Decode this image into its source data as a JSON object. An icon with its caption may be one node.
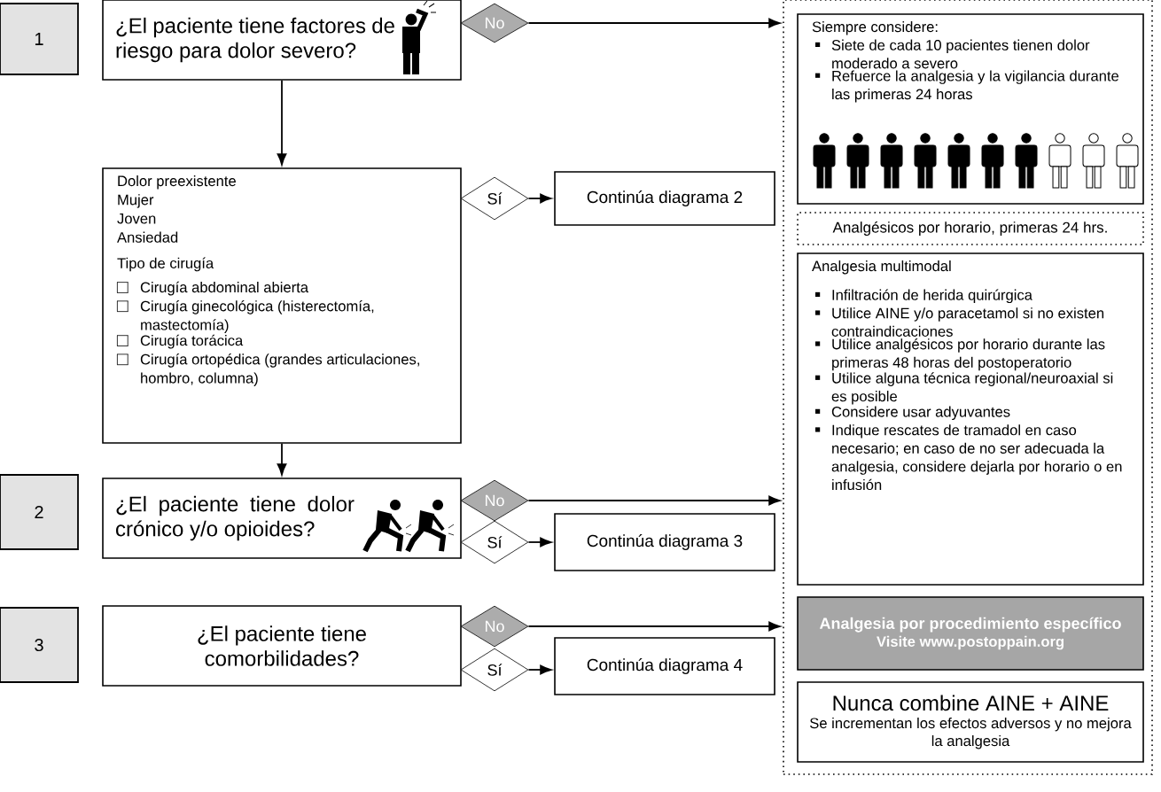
{
  "diagram": {
    "nodes": [
      {
        "text": [
          "1"
        ]
      },
      {
        "text": [
          "¿El paciente tiene factores de riesgo para dolor severo?"
        ]
      },
      {
        "text": [
          "No"
        ]
      },
      {
        "text": [],
        "shape": "box"
      },
      {
        "text": [
          "Dolor preexistente",
          "Mujer",
          "Joven",
          "Ansiedad",
          "Tipo de cirugía",
          "Cirugía abdominal abierta",
          "Cirugía ginecológica (histerectomía, mastectomía)",
          "Cirugía torácica",
          "Cirugía ortopédica (grandes articulaciones, hombro, columna)"
        ]
      },
      {
        "text": [
          "Sí"
        ]
      },
      {
        "text": [
          "Continúa diagrama 2"
        ]
      },
      {
        "text": [
          "2"
        ]
      },
      {
        "text": [
          "¿El paciente tiene dolor crónico y/o opioides?"
        ]
      },
      {
        "text": [
          "No"
        ]
      },
      {
        "text": [
          "Sí"
        ]
      },
      {
        "text": [
          "Continúa diagrama 3"
        ]
      },
      {
        "text": [
          "3"
        ]
      },
      {
        "text": [
          "¿El paciente tiene comorbilidades?"
        ]
      },
      {
        "text": [
          "No"
        ]
      },
      {
        "text": [
          "Sí"
        ]
      },
      {
        "text": [
          "Continúa diagrama 4"
        ]
      },
      {
        "text": [
          "Siempre considere:",
          "Siete de cada 10 pacientes tienen dolor moderado a severo",
          "Refuerce la analgesia y la vigilancia durante las primeras 24 horas"
        ],
        "in": 3
      },
      {
        "text": [
          "Analgésicos por horario, primeras 24 hrs."
        ],
        "in": 3
      },
      {
        "text": [
          "Analgesia multimodal",
          "Infiltración de herida quirúrgica",
          "Utilice AINE y/o paracetamol si no existen contraindicaciones",
          "Utilice analgésicos por horario durante las primeras 48 horas del postoperatorio",
          "Utilice alguna técnica regional/neuroaxial si es posible",
          "Considere usar adyuvantes",
          "Indique rescates de tramadol en caso necesario; en caso de no ser adecuada la analgesia, considere dejarla por horario o en infusión"
        ],
        "in": 3
      },
      {
        "text": [
          "Analgesia por procedimiento específico",
          "Visite www.postoppain.org"
        ],
        "in": 3
      },
      {
        "text": [
          "Nunca combine AINE + AINE",
          "Se incrementan los efectos adversos y no mejora la analgesia"
        ],
        "in": 3
      }
    ],
    "edges": [
      {
        "from": 2,
        "to": 3,
        "arrow": "to"
      },
      {
        "from": 1,
        "to": 4,
        "arrow": "to"
      },
      {
        "from": 5,
        "to": 6,
        "arrow": "to"
      },
      {
        "from": 4,
        "to": 8,
        "arrow": "to"
      },
      {
        "from": 9,
        "to": 3,
        "arrow": "to"
      },
      {
        "from": 10,
        "to": 11,
        "arrow": "to"
      },
      {
        "from": 14,
        "to": 3,
        "arrow": "to"
      },
      {
        "from": 15,
        "to": 16,
        "arrow": "to"
      }
    ]
  }
}
